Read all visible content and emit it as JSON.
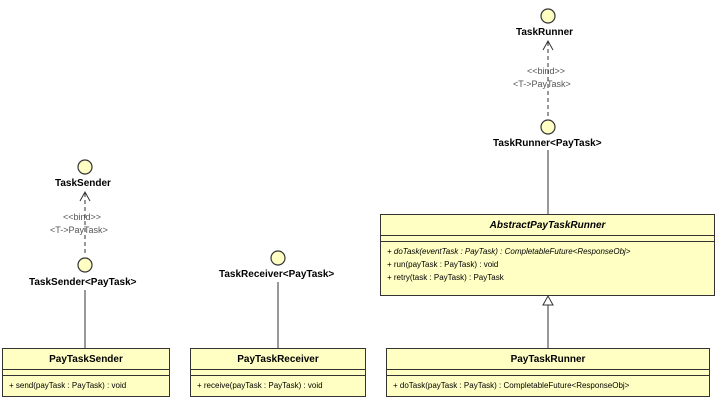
{
  "colors": {
    "class_fill": "#ffffc4",
    "stroke": "#333333",
    "interface_fill": "#ffffc4"
  },
  "interfaces": {
    "task_runner": "TaskRunner",
    "task_runner_pay": "TaskRunner<PayTask>",
    "task_sender": "TaskSender",
    "task_sender_pay": "TaskSender<PayTask>",
    "task_receiver_pay": "TaskReceiver<PayTask>"
  },
  "bindings": {
    "runner": {
      "stereotype": "<<bind>>",
      "param": "<T->PayTask>"
    },
    "sender": {
      "stereotype": "<<bind>>",
      "param": "<T->PayTask>"
    }
  },
  "classes": {
    "abstract_runner": {
      "name": "AbstractPayTaskRunner",
      "ops": [
        "+ doTask(eventTask : PayTask) : CompletableFuture<ResponseObj>",
        "+ run(payTask : PayTask) : void",
        "+ retry(task : PayTask) : PayTask"
      ]
    },
    "pay_task_runner": {
      "name": "PayTaskRunner",
      "ops": [
        "+ doTask(payTask : PayTask) : CompletableFuture<ResponseObj>"
      ]
    },
    "pay_task_sender": {
      "name": "PayTaskSender",
      "ops": [
        "+ send(payTask : PayTask) : void"
      ]
    },
    "pay_task_receiver": {
      "name": "PayTaskReceiver",
      "ops": [
        "+ receive(payTask : PayTask) : void"
      ]
    }
  }
}
